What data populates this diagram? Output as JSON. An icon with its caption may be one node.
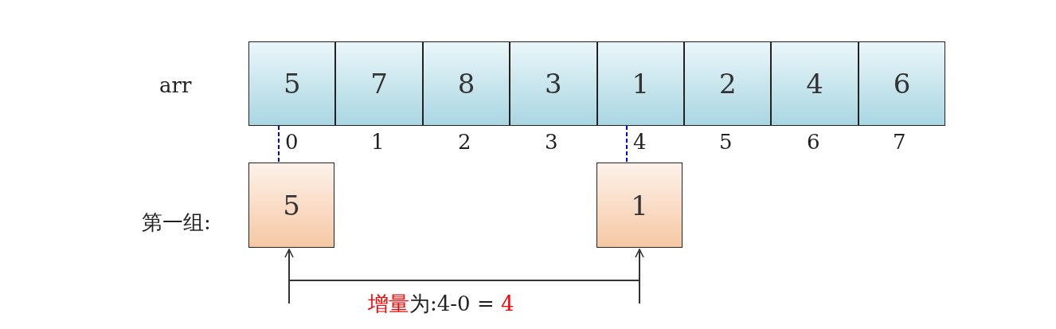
{
  "diagram": {
    "nodes": [
      {
        "text": [
          "5"
        ]
      },
      {
        "text": [
          "7"
        ]
      },
      {
        "text": [
          "8"
        ]
      },
      {
        "text": [
          "3"
        ]
      },
      {
        "text": [
          "1"
        ]
      },
      {
        "text": [
          "2"
        ]
      },
      {
        "text": [
          "4"
        ]
      },
      {
        "text": [
          "6"
        ]
      },
      {
        "text": [
          "5"
        ]
      },
      {
        "text": [
          "1"
        ]
      }
    ],
    "edges": [
      {
        "from": 0,
        "to": 8,
        "arrow": "none",
        "style": "dashed",
        "color": "#0000ff"
      },
      {
        "from": 4,
        "to": 9,
        "arrow": "none",
        "style": "dashed",
        "color": "#0000ff"
      },
      {
        "from": 8,
        "to": 9,
        "arrow": "both",
        "color": "#333333"
      }
    ],
    "labels": [
      "arr",
      "0",
      "1",
      "2",
      "3",
      "4",
      "5",
      "6",
      "7",
      "第一组:",
      "增量为:4-0 = 4"
    ]
  }
}
